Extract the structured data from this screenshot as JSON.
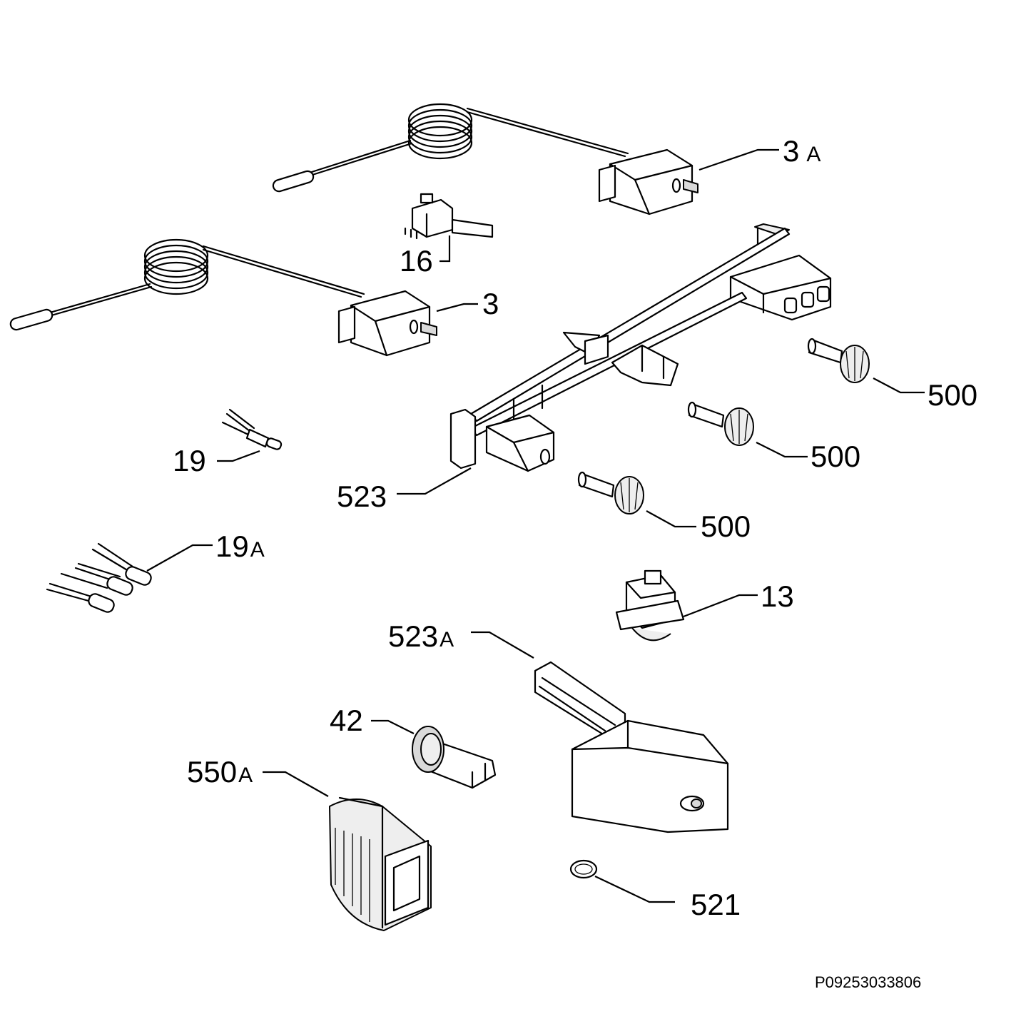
{
  "labels": {
    "p3a": {
      "num": "3",
      "suffix": "A"
    },
    "p16": {
      "num": "16"
    },
    "p3": {
      "num": "3"
    },
    "p500a": {
      "num": "500"
    },
    "p500b": {
      "num": "500"
    },
    "p500c": {
      "num": "500"
    },
    "p19": {
      "num": "19"
    },
    "p523": {
      "num": "523"
    },
    "p19a": {
      "num": "19",
      "suffix": "A"
    },
    "p13": {
      "num": "13"
    },
    "p523a": {
      "num": "523",
      "suffix": "A"
    },
    "p42": {
      "num": "42"
    },
    "p550a": {
      "num": "550",
      "suffix": "A"
    },
    "p521": {
      "num": "521"
    }
  },
  "drawing_code": "P09253033806"
}
